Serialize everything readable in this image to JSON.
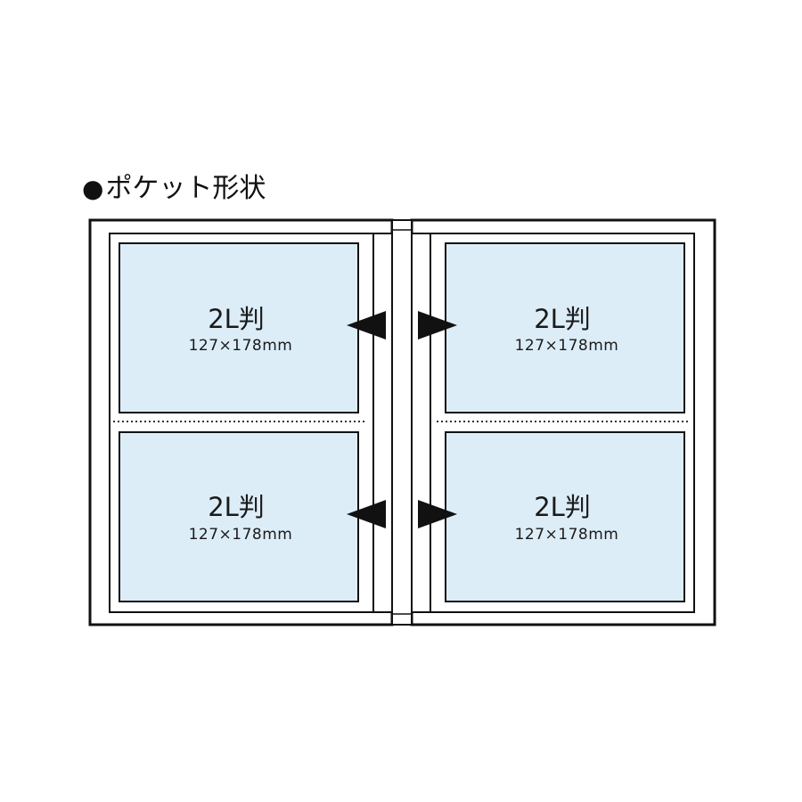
{
  "title": "ポケット形状",
  "title_bullet": "●",
  "colors": {
    "line": "#111111",
    "pocket_fill": "#dcedf8",
    "background": "#ffffff"
  },
  "pockets": [
    {
      "size_name": "2L判",
      "dimensions": "127×178mm"
    },
    {
      "size_name": "2L判",
      "dimensions": "127×178mm"
    },
    {
      "size_name": "2L判",
      "dimensions": "127×178mm"
    },
    {
      "size_name": "2L判",
      "dimensions": "127×178mm"
    }
  ],
  "insert_direction_icons": [
    "arrow-left-icon",
    "arrow-right-icon"
  ]
}
